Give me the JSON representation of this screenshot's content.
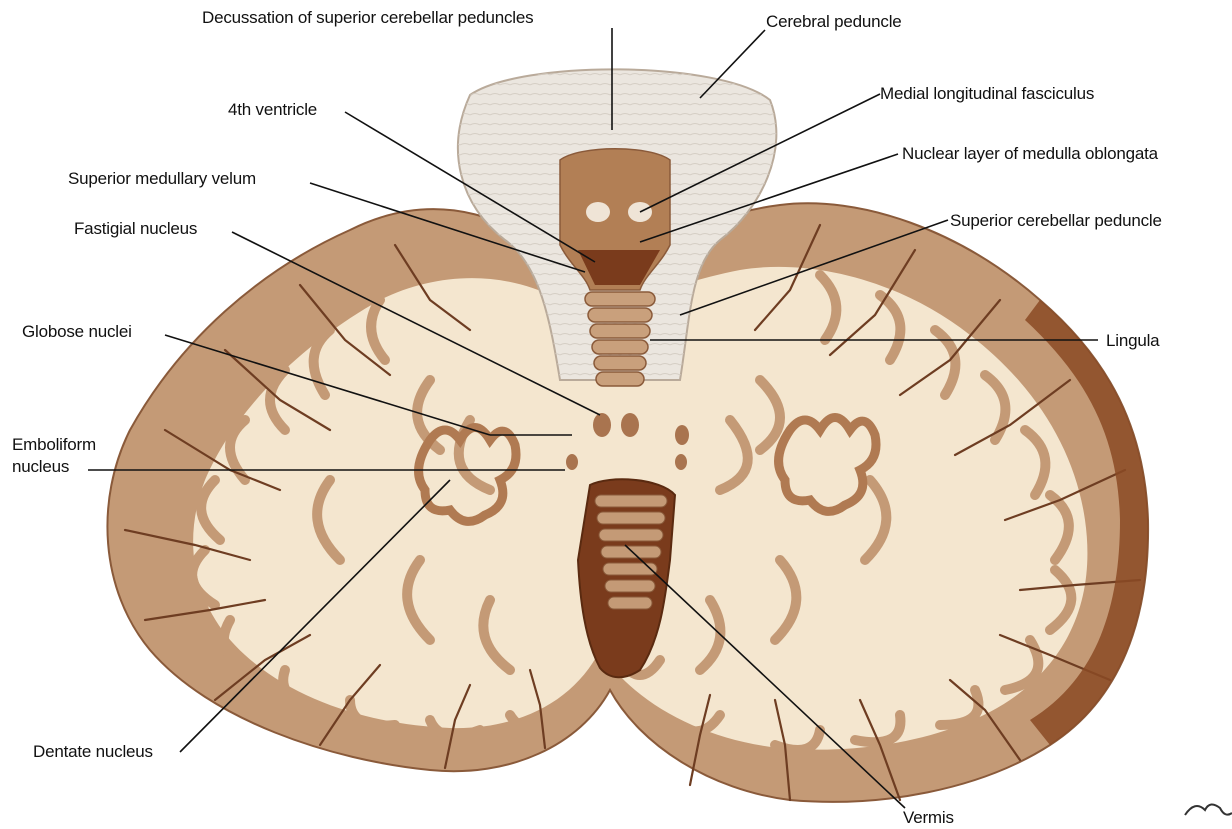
{
  "labels": {
    "decussation": "Decussation of superior cerebellar peduncles",
    "cerebral_peduncle": "Cerebral peduncle",
    "medial_longitudinal": "Medial longitudinal fasciculus",
    "fourth_ventricle": "4th ventricle",
    "nuclear_layer": "Nuclear layer of medulla oblongata",
    "superior_medullary_velum": "Superior medullary velum",
    "superior_cerebellar_peduncle": "Superior cerebellar peduncle",
    "fastigial": "Fastigial nucleus",
    "lingula": "Lingula",
    "globose": "Globose nuclei",
    "emboliform_line1": "Emboliform",
    "emboliform_line2": "nucleus",
    "dentate": "Dentate nucleus",
    "vermis": "Vermis"
  },
  "colors": {
    "background": "#ffffff",
    "cortex": "#c49a76",
    "white_matter": "#f4e6cf",
    "sulcus": "#6e3d22",
    "nucleus": "#a9744f",
    "vermis_dark": "#7a3b1c",
    "brainstem": "#ebe6df",
    "leader_line": "#111111"
  }
}
